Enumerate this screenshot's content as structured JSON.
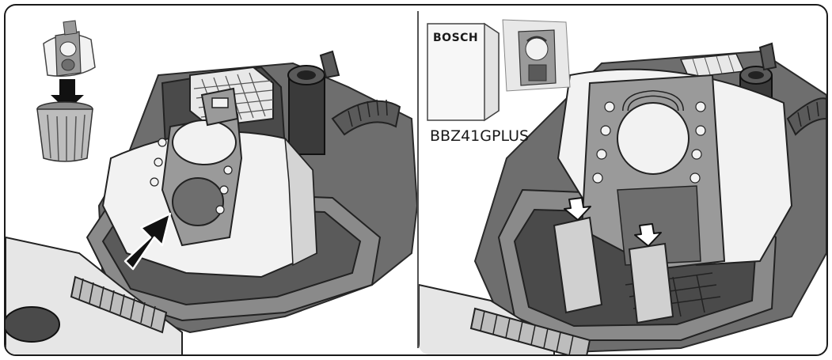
{
  "panels": {
    "left": {
      "step": "remove-old-bag-and-insert-new"
    },
    "right": {
      "step": "snap-bag-into-holder",
      "box_brand": "BOSCH",
      "model_number": "BBZ41GPLUS"
    }
  },
  "colors": {
    "frame": "#1a1a1a",
    "body_dark": "#4a4a4a",
    "body_mid": "#6e6e6e",
    "body_light": "#9a9a9a",
    "bag_white": "#f2f2f2",
    "bag_shadow": "#d4d4d4",
    "arrow_black": "#111111",
    "arrow_hollow": "#ffffff"
  },
  "icons": [
    "trash-bin-icon",
    "down-arrow-icon",
    "insert-arrow-icon",
    "snap-down-arrow-icon",
    "filter-bag-icon",
    "bag-box-icon"
  ]
}
